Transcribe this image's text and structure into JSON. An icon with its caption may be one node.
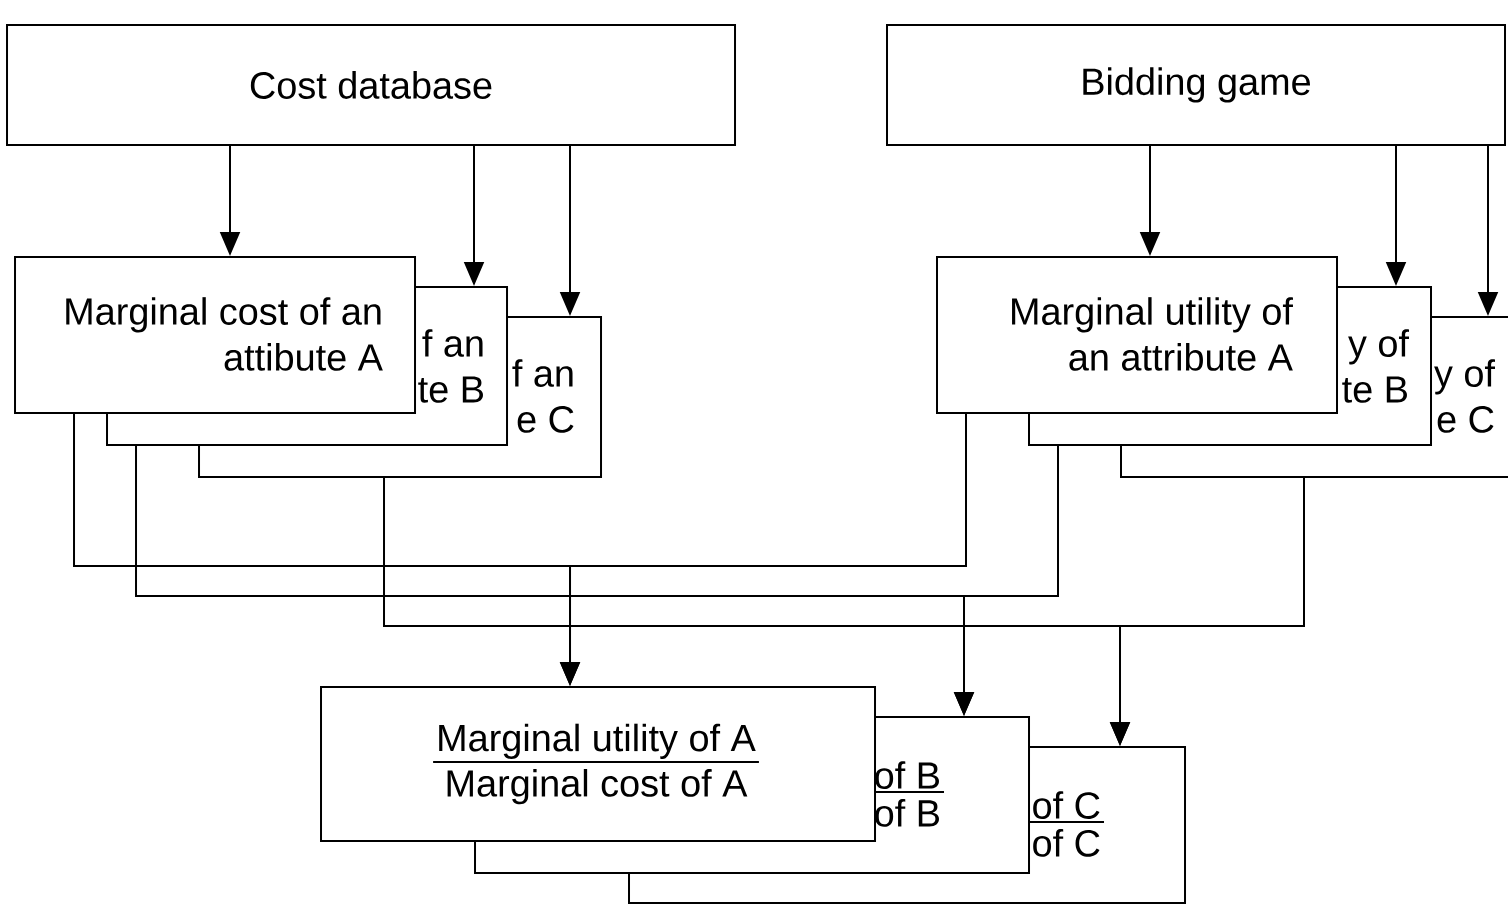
{
  "diagram": {
    "nodes": [
      {
        "text": [
          "Cost database"
        ]
      },
      {
        "text": [
          "Bidding game"
        ]
      },
      {
        "text": [
          "Marginal cost of an attibute A"
        ]
      },
      {
        "text": [
          "f an te B"
        ]
      },
      {
        "text": [
          "f an e C"
        ]
      },
      {
        "text": [
          "Marginal utility of an attribute A"
        ]
      },
      {
        "text": [
          "y of te B"
        ]
      },
      {
        "text": [
          "y of e C"
        ]
      },
      {
        "text": [
          "Marginal utility of A",
          "Marginal cost of A"
        ]
      },
      {
        "text": [
          "of B",
          "of B"
        ]
      },
      {
        "text": [
          "of C",
          "of C"
        ]
      }
    ],
    "edges": [
      {
        "from": 0,
        "to": 2,
        "arrow": "to"
      },
      {
        "from": 0,
        "to": 3,
        "arrow": "to"
      },
      {
        "from": 0,
        "to": 4,
        "arrow": "to"
      },
      {
        "from": 1,
        "to": 5,
        "arrow": "to"
      },
      {
        "from": 1,
        "to": 6,
        "arrow": "to"
      },
      {
        "from": 1,
        "to": 7,
        "arrow": "to"
      },
      {
        "from": 2,
        "to": 8,
        "arrow": "to"
      },
      {
        "from": 5,
        "to": 8,
        "arrow": "to"
      },
      {
        "from": 3,
        "to": 9,
        "arrow": "to"
      },
      {
        "from": 6,
        "to": 9,
        "arrow": "to"
      },
      {
        "from": 4,
        "to": 10,
        "arrow": "to"
      },
      {
        "from": 7,
        "to": 10,
        "arrow": "to"
      }
    ]
  }
}
